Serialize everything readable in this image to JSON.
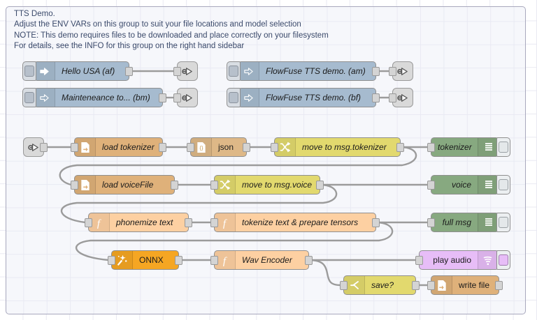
{
  "app": "Node-RED flow editor",
  "group": {
    "label": "TTS Demo.\nAdjust the ENV VARs on this group to suit your file locations and model selection\nNOTE: This demo requires files to be downloaded and place correctly on your filesystem\nFor details, see the INFO for this group on the right hand sidebar"
  },
  "palette": {
    "inject": "#a6bbcf",
    "file_in": "#dfb17a",
    "json": "#deb887",
    "change": "#e2d96e",
    "switch": "#e2d96e",
    "function": "#fdd0a2",
    "debug": "#87a980",
    "onnx": "#f5a623",
    "audio_out": "#e7bdf7",
    "link": "#d9d9d9",
    "wire": "#9b9b9b",
    "group_bg": "#f6f7fb",
    "group_border": "#a8a8bd",
    "grid": "#e9e9f2"
  },
  "nodes": {
    "inject_hello_usa": {
      "label": "Hello USA (af)",
      "type": "inject",
      "icon": "inject-arrow-icon"
    },
    "inject_maintenance": {
      "label": "Mainteneance to... (bm)",
      "type": "inject",
      "icon": "inject-arrow-icon"
    },
    "inject_flowfuse_am": {
      "label": "FlowFuse TTS demo. (am)",
      "type": "inject",
      "icon": "inject-arrow-icon"
    },
    "inject_flowfuse_bf": {
      "label": "FlowFuse TTS demo. (bf)",
      "type": "inject",
      "icon": "inject-arrow-icon"
    },
    "link_out_1": {
      "label": "",
      "type": "link out",
      "icon": "link-out-icon"
    },
    "link_out_2": {
      "label": "",
      "type": "link out",
      "icon": "link-out-icon"
    },
    "link_out_3": {
      "label": "",
      "type": "link out",
      "icon": "link-out-icon"
    },
    "link_out_4": {
      "label": "",
      "type": "link out",
      "icon": "link-out-icon"
    },
    "link_in_1": {
      "label": "",
      "type": "link in",
      "icon": "link-in-icon"
    },
    "load_tokenizer": {
      "label": "load tokenizer",
      "type": "file in",
      "icon": "file-in-icon"
    },
    "json": {
      "label": "json",
      "type": "json",
      "icon": "json-braces-icon"
    },
    "move_to_tokenizer": {
      "label": "move to msg.tokenizer",
      "type": "change",
      "icon": "change-shuffle-icon"
    },
    "debug_tokenizer": {
      "label": "tokenizer",
      "type": "debug",
      "icon": "debug-lines-icon"
    },
    "load_voicefile": {
      "label": "load voiceFile",
      "type": "file in",
      "icon": "file-in-icon"
    },
    "move_to_voice": {
      "label": "move to msg.voice",
      "type": "change",
      "icon": "change-shuffle-icon"
    },
    "debug_voice": {
      "label": "voice",
      "type": "debug",
      "icon": "debug-lines-icon"
    },
    "phonemize_text": {
      "label": "phonemize text",
      "type": "function",
      "icon": "function-f-icon"
    },
    "tokenize_text": {
      "label": "tokenize text & prepare tensors",
      "type": "function",
      "icon": "function-f-icon"
    },
    "debug_full_msg": {
      "label": "full msg",
      "type": "debug",
      "icon": "debug-lines-icon"
    },
    "onnx": {
      "label": "ONNX",
      "type": "onnx",
      "icon": "magic-wand-icon"
    },
    "wav_encoder": {
      "label": "Wav Encoder",
      "type": "function",
      "icon": "function-f-icon"
    },
    "play_audio": {
      "label": "play audio",
      "type": "audio out",
      "icon": "speaker-icon"
    },
    "save_switch": {
      "label": "save?",
      "type": "switch",
      "icon": "switch-branch-icon"
    },
    "write_file": {
      "label": "write file",
      "type": "file out",
      "icon": "file-out-icon"
    }
  }
}
